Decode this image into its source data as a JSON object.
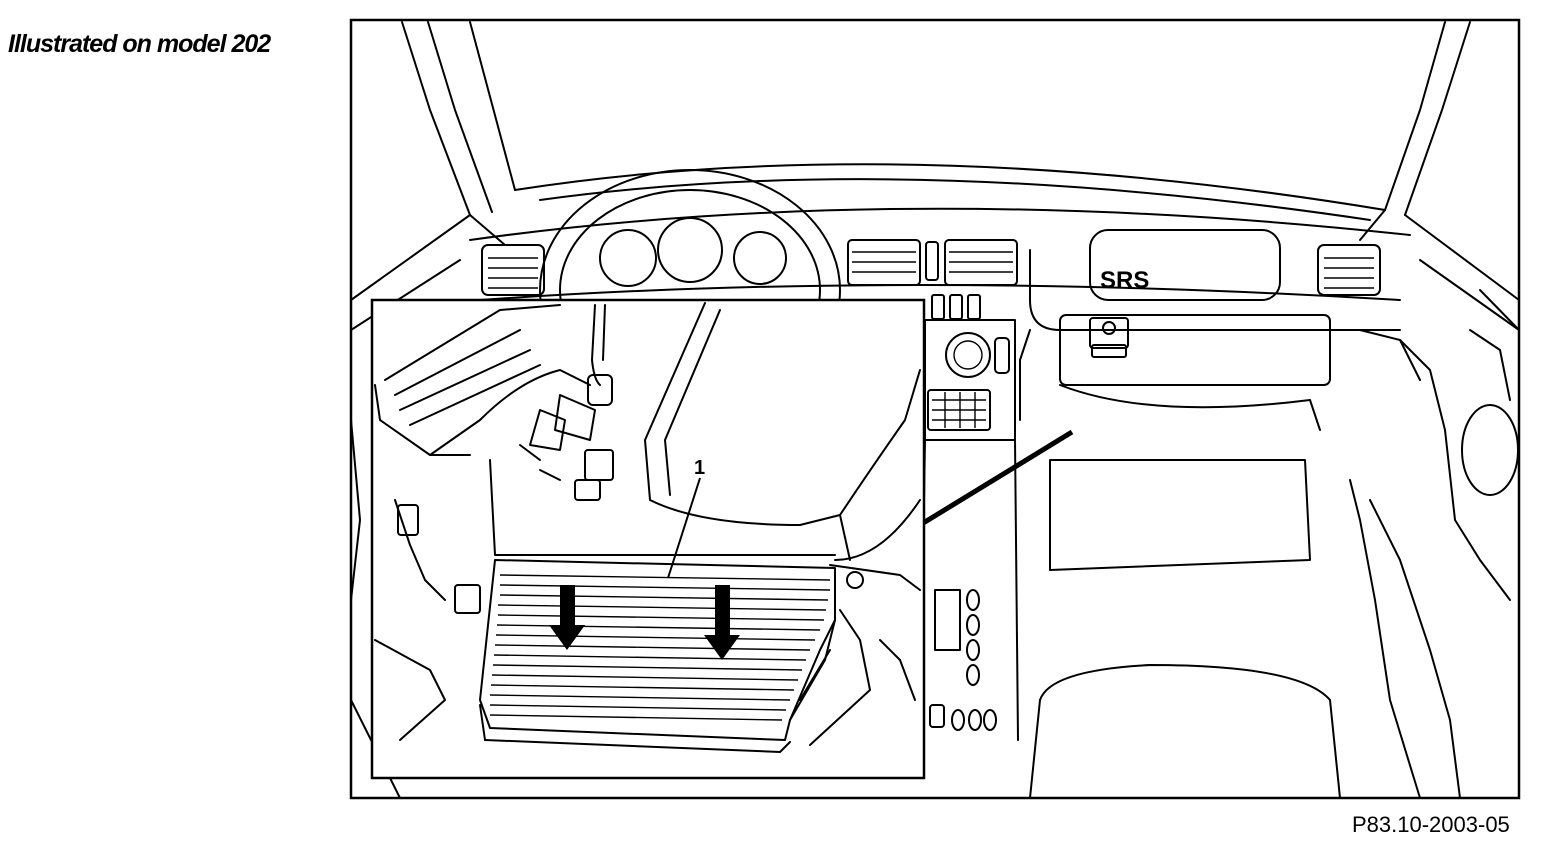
{
  "caption": "Illustrated on model 202",
  "figure_id": "P83.10-2003-05",
  "labels": {
    "srs": "SRS",
    "part_number": "1"
  }
}
